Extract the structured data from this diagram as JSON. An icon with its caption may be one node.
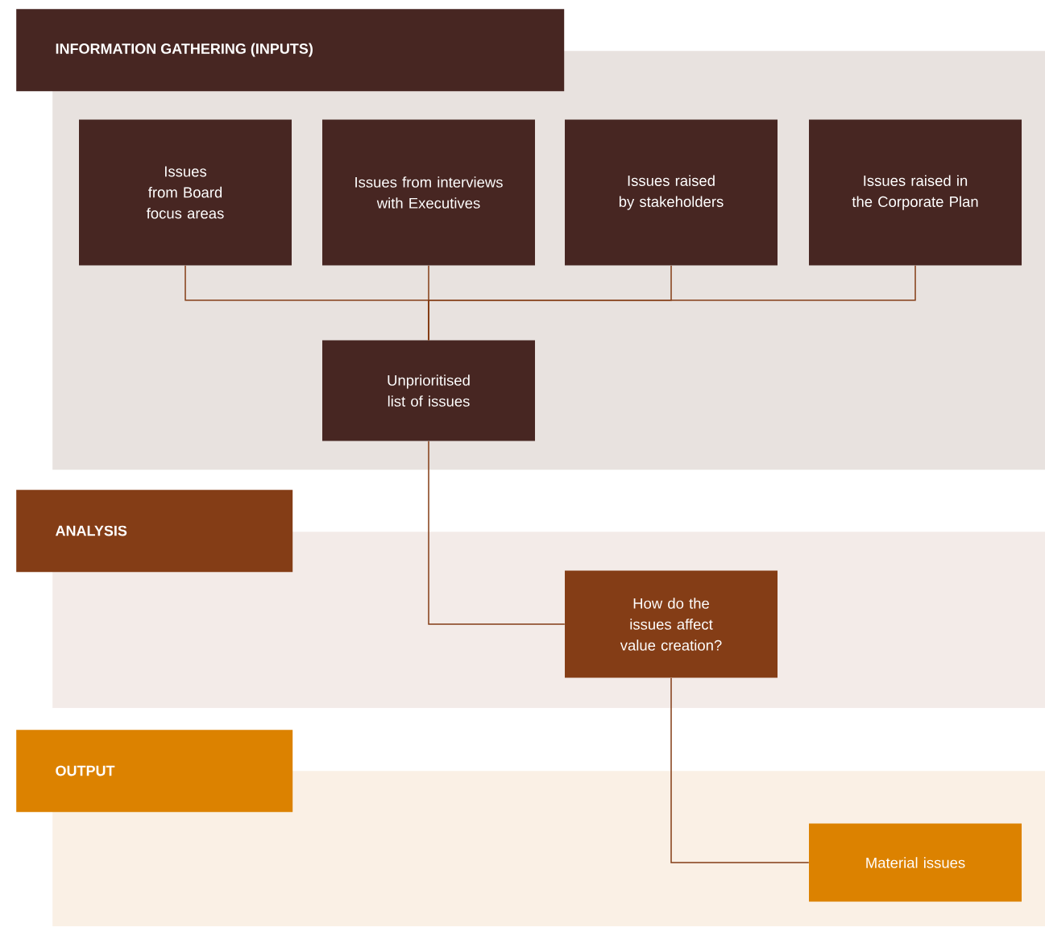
{
  "diagram": {
    "nodes": [
      {
        "text": [
          "INFORMATION GATHERING (INPUTS)"
        ]
      },
      {
        "text": [
          "Issues from Board focus areas"
        ],
        "in": 0
      },
      {
        "text": [
          "Issues from interviews with Executives"
        ],
        "in": 0
      },
      {
        "text": [
          "Issues raised by stakeholders"
        ],
        "in": 0
      },
      {
        "text": [
          "Issues raised in the Corporate Plan"
        ],
        "in": 0
      },
      {
        "text": [
          "Unprioritised list of issues"
        ],
        "in": 0
      },
      {
        "text": [
          "ANALYSIS"
        ]
      },
      {
        "text": [
          "How do the issues affect value creation?"
        ],
        "in": 6
      },
      {
        "text": [
          "OUTPUT"
        ]
      },
      {
        "text": [
          "Material issues"
        ],
        "in": 8
      }
    ],
    "edges": [
      {
        "from": 1,
        "to": 5,
        "arrow": "none"
      },
      {
        "from": 2,
        "to": 5,
        "arrow": "none"
      },
      {
        "from": 3,
        "to": 5,
        "arrow": "none"
      },
      {
        "from": 4,
        "to": 5,
        "arrow": "none"
      },
      {
        "from": 5,
        "to": 7,
        "arrow": "none"
      },
      {
        "from": 7,
        "to": 9,
        "arrow": "none"
      }
    ]
  }
}
